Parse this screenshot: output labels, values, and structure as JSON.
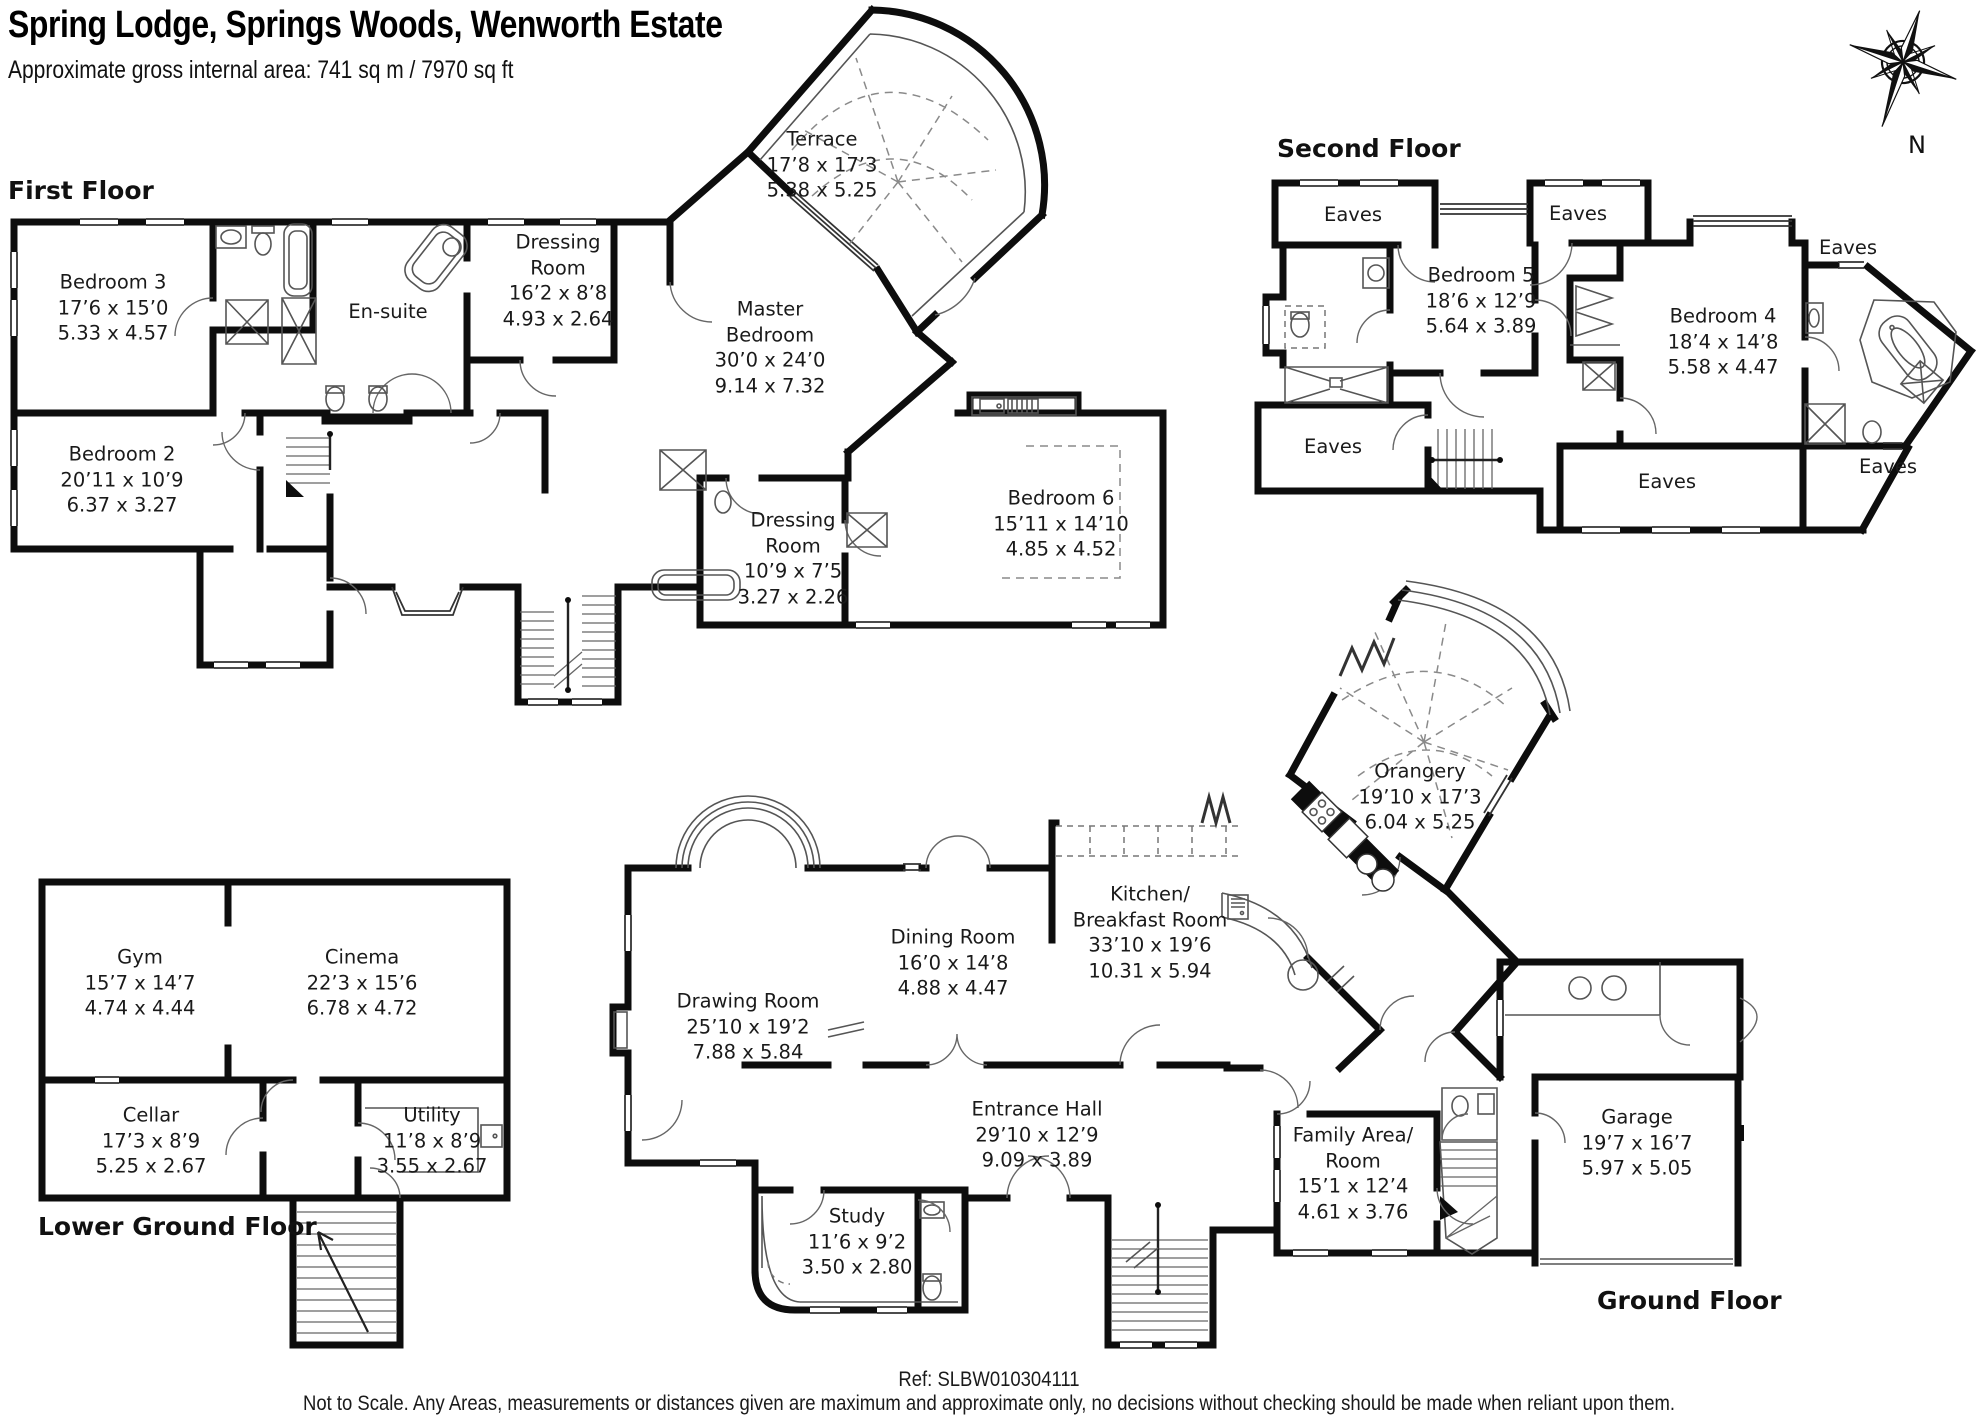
{
  "header": {
    "title": "Spring Lodge, Springs Woods, Wenworth Estate",
    "subtitle": "Approximate gross internal area: 741 sq m / 7970 sq ft"
  },
  "floor_headings": {
    "first": "First Floor",
    "second": "Second Floor",
    "lower": "Lower Ground Floor",
    "ground": "Ground Floor"
  },
  "labels": {
    "eaves": "Eaves",
    "ensuite": "En-suite"
  },
  "compass": {
    "north": "N"
  },
  "rooms": {
    "bedroom3": {
      "name": "Bedroom 3",
      "imperial": "17’6 x 15’0",
      "metric": "5.33 x 4.57"
    },
    "dressing1": {
      "name": "Dressing\nRoom",
      "imperial": "16’2 x 8’8",
      "metric": "4.93 x 2.64"
    },
    "terrace": {
      "name": "Terrace",
      "imperial": "17’8 x 17’3",
      "metric": "5.38 x 5.25"
    },
    "master": {
      "name": "Master\nBedroom",
      "imperial": "30’0 x 24’0",
      "metric": "9.14 x 7.32"
    },
    "bedroom2": {
      "name": "Bedroom 2",
      "imperial": "20’11 x 10’9",
      "metric": "6.37 x 3.27"
    },
    "dressing2": {
      "name": "Dressing\nRoom",
      "imperial": "10’9 x 7’5",
      "metric": "3.27 x 2.26"
    },
    "bedroom6": {
      "name": "Bedroom 6",
      "imperial": "15’11 x 14’10",
      "metric": "4.85 x 4.52"
    },
    "bedroom5": {
      "name": "Bedroom 5",
      "imperial": "18’6 x 12’9",
      "metric": "5.64 x 3.89"
    },
    "bedroom4": {
      "name": "Bedroom 4",
      "imperial": "18’4 x 14’8",
      "metric": "5.58 x 4.47"
    },
    "orangery": {
      "name": "Orangery",
      "imperial": "19’10 x 17’3",
      "metric": "6.04 x 5.25"
    },
    "kitchen": {
      "name": "Kitchen/\nBreakfast Room",
      "imperial": "33’10 x 19’6",
      "metric": "10.31 x 5.94"
    },
    "dining": {
      "name": "Dining Room",
      "imperial": "16’0 x 14’8",
      "metric": "4.88 x 4.47"
    },
    "drawing": {
      "name": "Drawing Room",
      "imperial": "25’10 x 19’2",
      "metric": "7.88 x 5.84"
    },
    "entrance": {
      "name": "Entrance Hall",
      "imperial": "29’10 x 12’9",
      "metric": "9.09 x 3.89"
    },
    "family": {
      "name": "Family Area/\nRoom",
      "imperial": "15’1 x 12’4",
      "metric": "4.61 x 3.76"
    },
    "garage": {
      "name": "Garage",
      "imperial": "19’7 x 16’7",
      "metric": "5.97 x 5.05"
    },
    "study": {
      "name": "Study",
      "imperial": "11’6 x 9’2",
      "metric": "3.50 x 2.80"
    },
    "gym": {
      "name": "Gym",
      "imperial": "15’7 x 14’7",
      "metric": "4.74 x 4.44"
    },
    "cinema": {
      "name": "Cinema",
      "imperial": "22’3 x 15’6",
      "metric": "6.78 x 4.72"
    },
    "cellar": {
      "name": "Cellar",
      "imperial": "17’3 x 8’9",
      "metric": "5.25 x 2.67"
    },
    "utility": {
      "name": "Utility",
      "imperial": "11’8 x 8’9",
      "metric": "3.55 x 2.67"
    }
  },
  "footer": {
    "ref": "Ref: SLBW010304111",
    "disclaimer": "Not to Scale. Any Areas, measurements or distances given are maximum and approximate only, no decisions without checking should be made when reliant upon them."
  }
}
